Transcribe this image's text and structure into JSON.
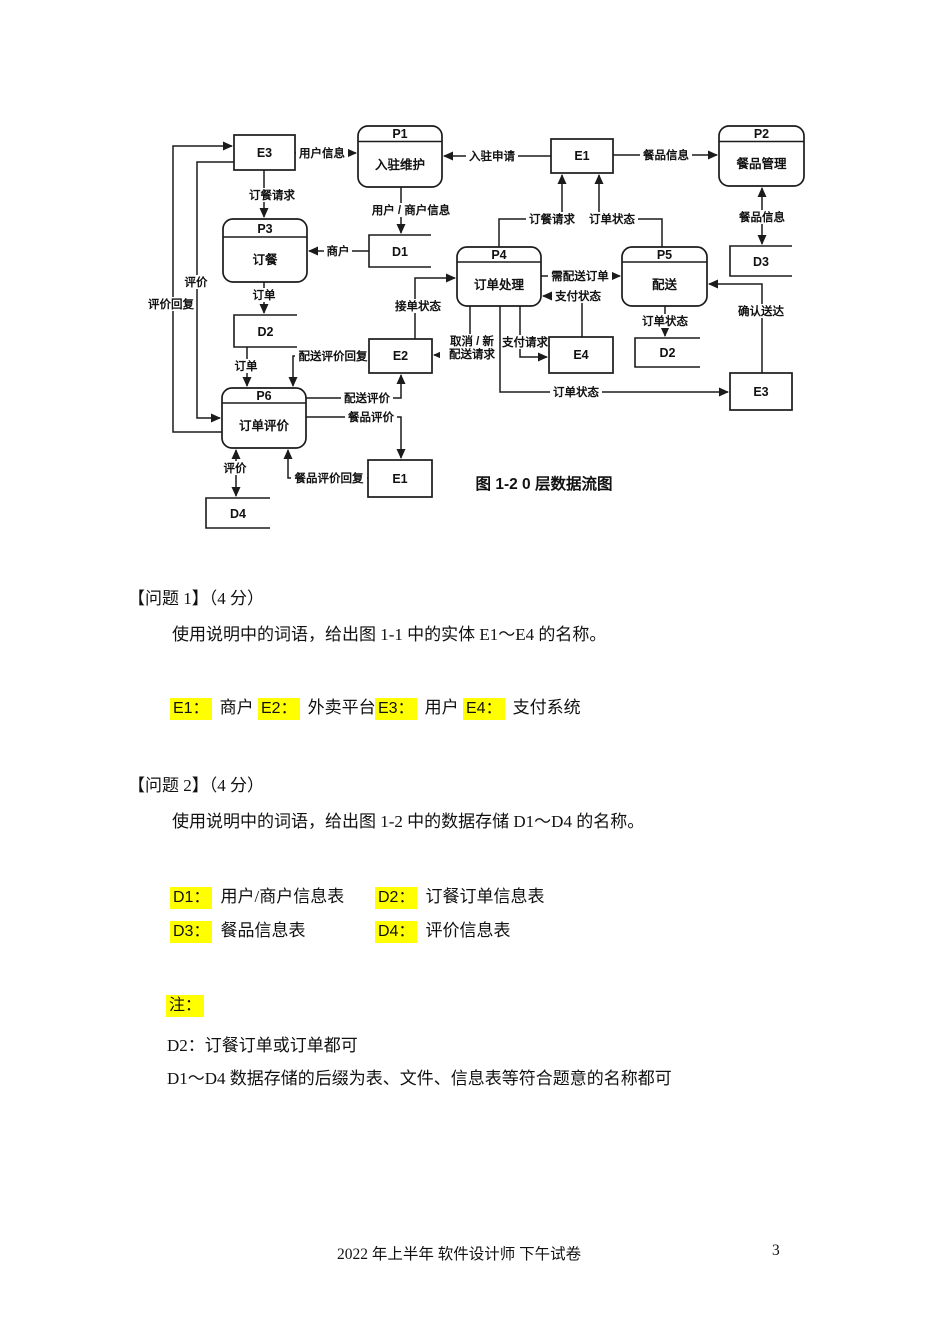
{
  "diagram": {
    "caption": "图 1-2 0 层数据流图",
    "processes": [
      {
        "id": "P1",
        "name": "入驻维护"
      },
      {
        "id": "P2",
        "name": "餐品管理"
      },
      {
        "id": "P3",
        "name": "订餐"
      },
      {
        "id": "P4",
        "name": "订单处理"
      },
      {
        "id": "P5",
        "name": "配送"
      },
      {
        "id": "P6",
        "name": "订单评价"
      }
    ],
    "entities": [
      {
        "label": "E3"
      },
      {
        "label": "E1"
      },
      {
        "label": "E2"
      },
      {
        "label": "E4"
      },
      {
        "label": "E1"
      },
      {
        "label": "E3"
      }
    ],
    "stores": [
      {
        "label": "D1"
      },
      {
        "label": "D2"
      },
      {
        "label": "D3"
      },
      {
        "label": "D2"
      },
      {
        "label": "D4"
      }
    ],
    "flows": [
      {
        "label": "用户信息"
      },
      {
        "label": "入驻申请"
      },
      {
        "label": "餐品信息"
      },
      {
        "label": "餐品信息"
      },
      {
        "label": "用户 / 商户信息"
      },
      {
        "label": "订餐请求"
      },
      {
        "label": "商户"
      },
      {
        "label": "订单"
      },
      {
        "label": "订单"
      },
      {
        "label": "订餐请求"
      },
      {
        "label": "订单状态"
      },
      {
        "label": "需配送订单"
      },
      {
        "label": "支付状态"
      },
      {
        "label": "接单状态"
      },
      {
        "label": "取消 / 新",
        "label2": "配送请求"
      },
      {
        "label": "支付请求"
      },
      {
        "label": "订单状态"
      },
      {
        "label": "订单状态"
      },
      {
        "label": "确认送达"
      },
      {
        "label": "配送评价回复"
      },
      {
        "label": "配送评价"
      },
      {
        "label": "餐品评价"
      },
      {
        "label": "餐品评价回复"
      },
      {
        "label": "评价"
      },
      {
        "label": "评价回复"
      },
      {
        "label": "评价"
      }
    ]
  },
  "q1": {
    "heading": "【问题 1】（4 分）",
    "body": "使用说明中的词语，给出图 1-1 中的实体 E1～E4 的名称。",
    "answers": [
      {
        "key": "E1：",
        "value": "商户"
      },
      {
        "key": "E2：",
        "value": "外卖平台"
      },
      {
        "key": "E3：",
        "value": "用户"
      },
      {
        "key": "E4：",
        "value": "支付系统"
      }
    ]
  },
  "q2": {
    "heading": "【问题 2】（4 分）",
    "body": "使用说明中的词语，给出图 1-2 中的数据存储 D1～D4 的名称。",
    "answers": [
      {
        "key": "D1：",
        "value": "用户/商户信息表"
      },
      {
        "key": "D2：",
        "value": "订餐订单信息表"
      },
      {
        "key": "D3：",
        "value": "餐品信息表"
      },
      {
        "key": "D4：",
        "value": "评价信息表"
      }
    ]
  },
  "note": {
    "heading": "注：",
    "line1": "D2：订餐订单或订单都可",
    "line2": "D1～D4 数据存储的后缀为表、文件、信息表等符合题意的名称都可"
  },
  "footer": {
    "text": "2022 年上半年 软件设计师 下午试卷",
    "page": "3"
  }
}
